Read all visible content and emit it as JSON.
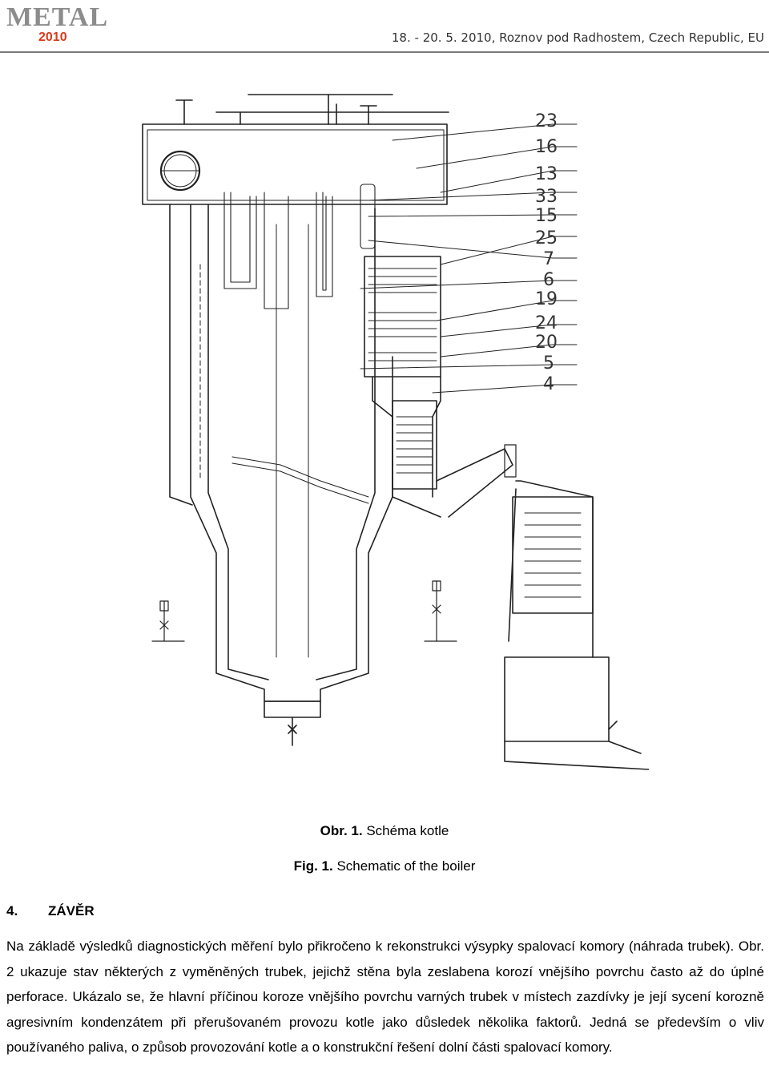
{
  "header": {
    "logo_main": "METAL",
    "logo_year": "2010",
    "conference": "18. - 20. 5. 2010, Roznov pod Radhostem, Czech Republic, EU"
  },
  "figure": {
    "labels": [
      "23",
      "16",
      "13",
      "33",
      "15",
      "25",
      "7",
      "6",
      "19",
      "24",
      "20",
      "5",
      "4"
    ],
    "caption_cz_label": "Obr. 1.",
    "caption_cz_text": "Schéma kotle",
    "caption_en_label": "Fig. 1.",
    "caption_en_text": "Schematic of the boiler"
  },
  "section": {
    "number": "4.",
    "title": "ZÁVĚR"
  },
  "body": {
    "paragraph": "Na základě výsledků diagnostických měření bylo přikročeno k rekonstrukci výsypky spalovací komory (náhrada trubek). Obr. 2 ukazuje stav některých z vyměněných trubek, jejichž stěna byla zeslabena korozí vnějšího povrchu často až do úplné perforace. Ukázalo se, že hlavní příčinou koroze vnějšího povrchu varných trubek v místech zazdívky je její sycení korozně agresivním kondenzátem při přerušovaném provozu kotle jako důsledek několika faktorů. Jedná se především o vliv používaného paliva, o způsob provozování kotle a o konstrukční řešení dolní části spalovací komory."
  }
}
